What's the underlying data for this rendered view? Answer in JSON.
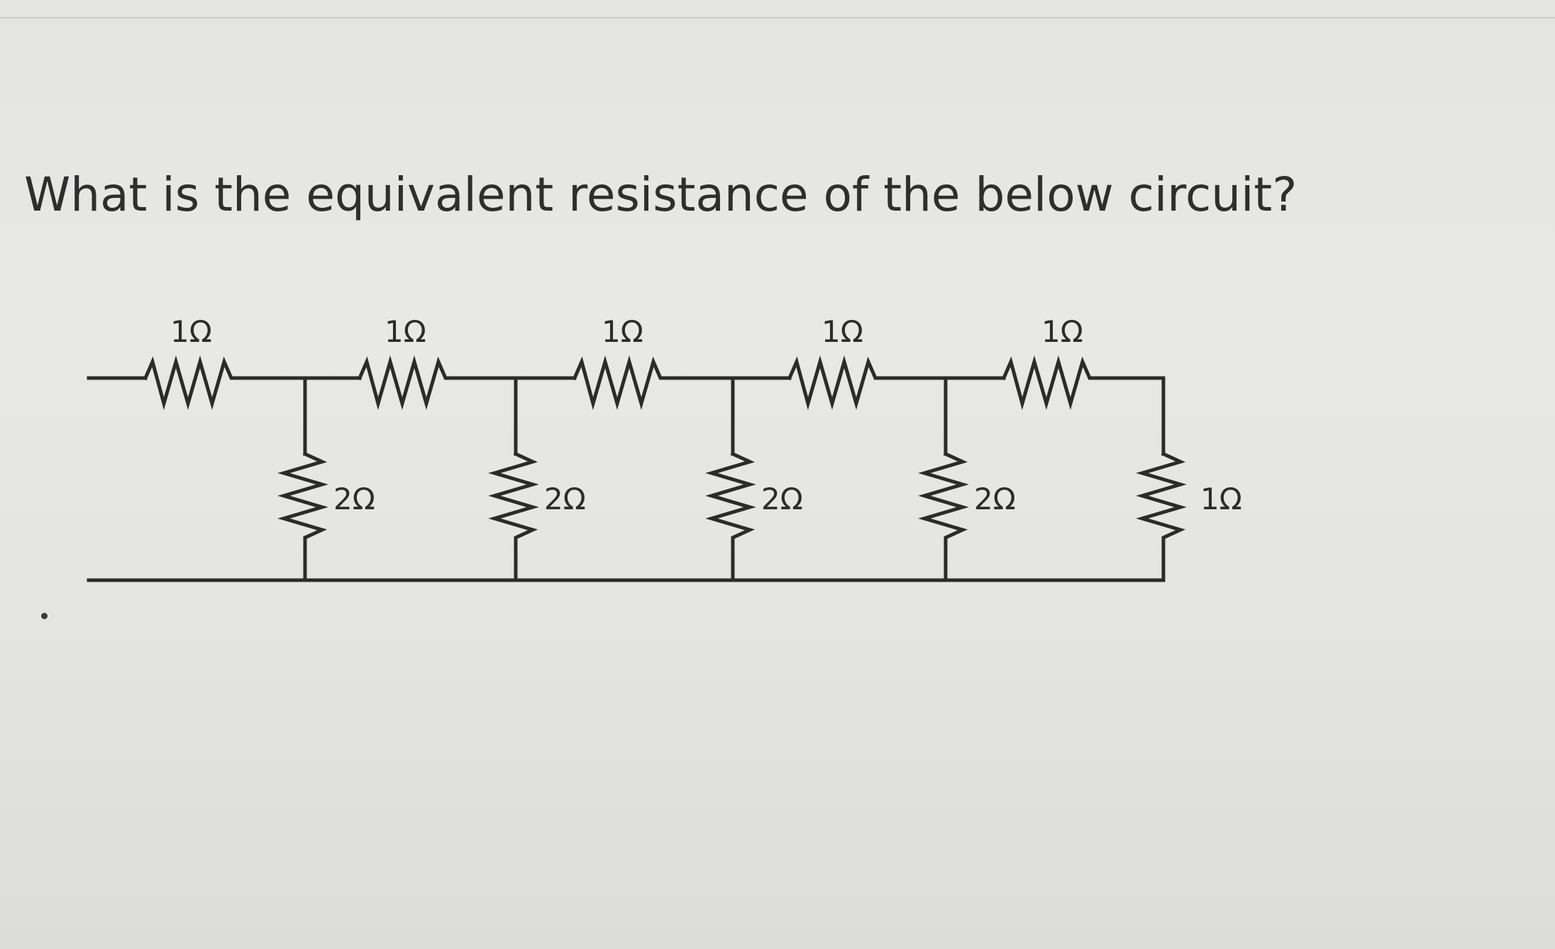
{
  "question": {
    "text": "What is the equivalent resistance of the below circuit?"
  },
  "circuit": {
    "series_resistors": [
      {
        "label": "1Ω"
      },
      {
        "label": "1Ω"
      },
      {
        "label": "1Ω"
      },
      {
        "label": "1Ω"
      },
      {
        "label": "1Ω"
      }
    ],
    "shunt_resistors": [
      {
        "label": "2Ω"
      },
      {
        "label": "2Ω"
      },
      {
        "label": "2Ω"
      },
      {
        "label": "2Ω"
      },
      {
        "label": "1Ω"
      }
    ]
  }
}
